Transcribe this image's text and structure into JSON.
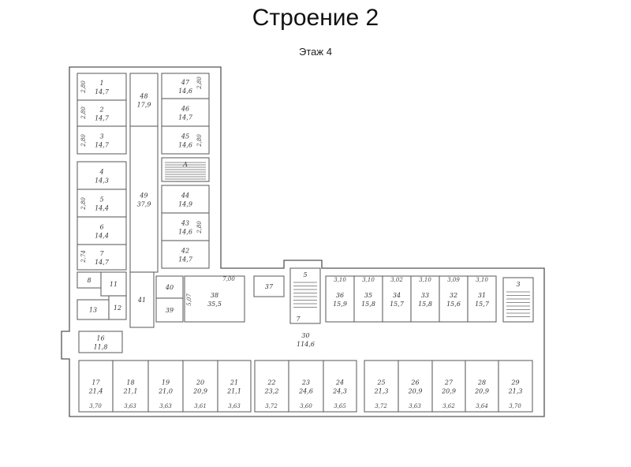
{
  "header": {
    "title": "Строение 2",
    "subtitle": "Этаж 4"
  },
  "rooms": [
    {
      "num": "1",
      "area": "14,7"
    },
    {
      "num": "2",
      "area": "14,7"
    },
    {
      "num": "3",
      "area": "14,7"
    },
    {
      "num": "4",
      "area": "14,3"
    },
    {
      "num": "5",
      "area": "14,4"
    },
    {
      "num": "6",
      "area": "14,4"
    },
    {
      "num": "7",
      "area": "14,7"
    },
    {
      "num": "48",
      "area": "17,9"
    },
    {
      "num": "49",
      "area": "37,9"
    },
    {
      "num": "47",
      "area": "14,6"
    },
    {
      "num": "46",
      "area": "14,7"
    },
    {
      "num": "45",
      "area": "14,6"
    },
    {
      "num": "A",
      "area": ""
    },
    {
      "num": "44",
      "area": "14,9"
    },
    {
      "num": "43",
      "area": "14,6"
    },
    {
      "num": "42",
      "area": "14,7"
    },
    {
      "num": "8",
      "area": ""
    },
    {
      "num": "11",
      "area": ""
    },
    {
      "num": "13",
      "area": ""
    },
    {
      "num": "12",
      "area": ""
    },
    {
      "num": "41",
      "area": ""
    },
    {
      "num": "40",
      "area": ""
    },
    {
      "num": "39",
      "area": ""
    },
    {
      "num": "38",
      "area": "35,5"
    },
    {
      "num": "37",
      "area": ""
    },
    {
      "num": "5",
      "area": ""
    },
    {
      "num": "36",
      "area": "15,9"
    },
    {
      "num": "35",
      "area": "15,8"
    },
    {
      "num": "34",
      "area": "15,7"
    },
    {
      "num": "33",
      "area": "15,8"
    },
    {
      "num": "32",
      "area": "15,6"
    },
    {
      "num": "31",
      "area": "15,7"
    },
    {
      "num": "3",
      "area": ""
    },
    {
      "num": "30",
      "area": "114,6"
    },
    {
      "num": "16",
      "area": "11,8"
    },
    {
      "num": "17",
      "area": "21,4"
    },
    {
      "num": "18",
      "area": "21,1"
    },
    {
      "num": "19",
      "area": "21,0"
    },
    {
      "num": "20",
      "area": "20,9"
    },
    {
      "num": "21",
      "area": "21,1"
    },
    {
      "num": "22",
      "area": "23,2"
    },
    {
      "num": "23",
      "area": "24,6"
    },
    {
      "num": "24",
      "area": "24,3"
    },
    {
      "num": "25",
      "area": "21,3"
    },
    {
      "num": "26",
      "area": "20,9"
    },
    {
      "num": "27",
      "area": "20,9"
    },
    {
      "num": "28",
      "area": "20,9"
    },
    {
      "num": "29",
      "area": "21,3"
    },
    {
      "num": "7",
      "area": ""
    }
  ],
  "heights": [
    "3,10",
    "3,10",
    "3,02",
    "3,10",
    "3,09",
    "3,10",
    "3,70",
    "3,63",
    "3,63",
    "3,61",
    "3,63",
    "3,72",
    "3,60",
    "3,65",
    "3,72",
    "3,63",
    "3,62",
    "3,64",
    "3,70",
    "7,00",
    "5,07",
    "2,80",
    "2,80",
    "2,80",
    "2,80",
    "2,74",
    "2,80",
    "2,80",
    "2,80"
  ]
}
